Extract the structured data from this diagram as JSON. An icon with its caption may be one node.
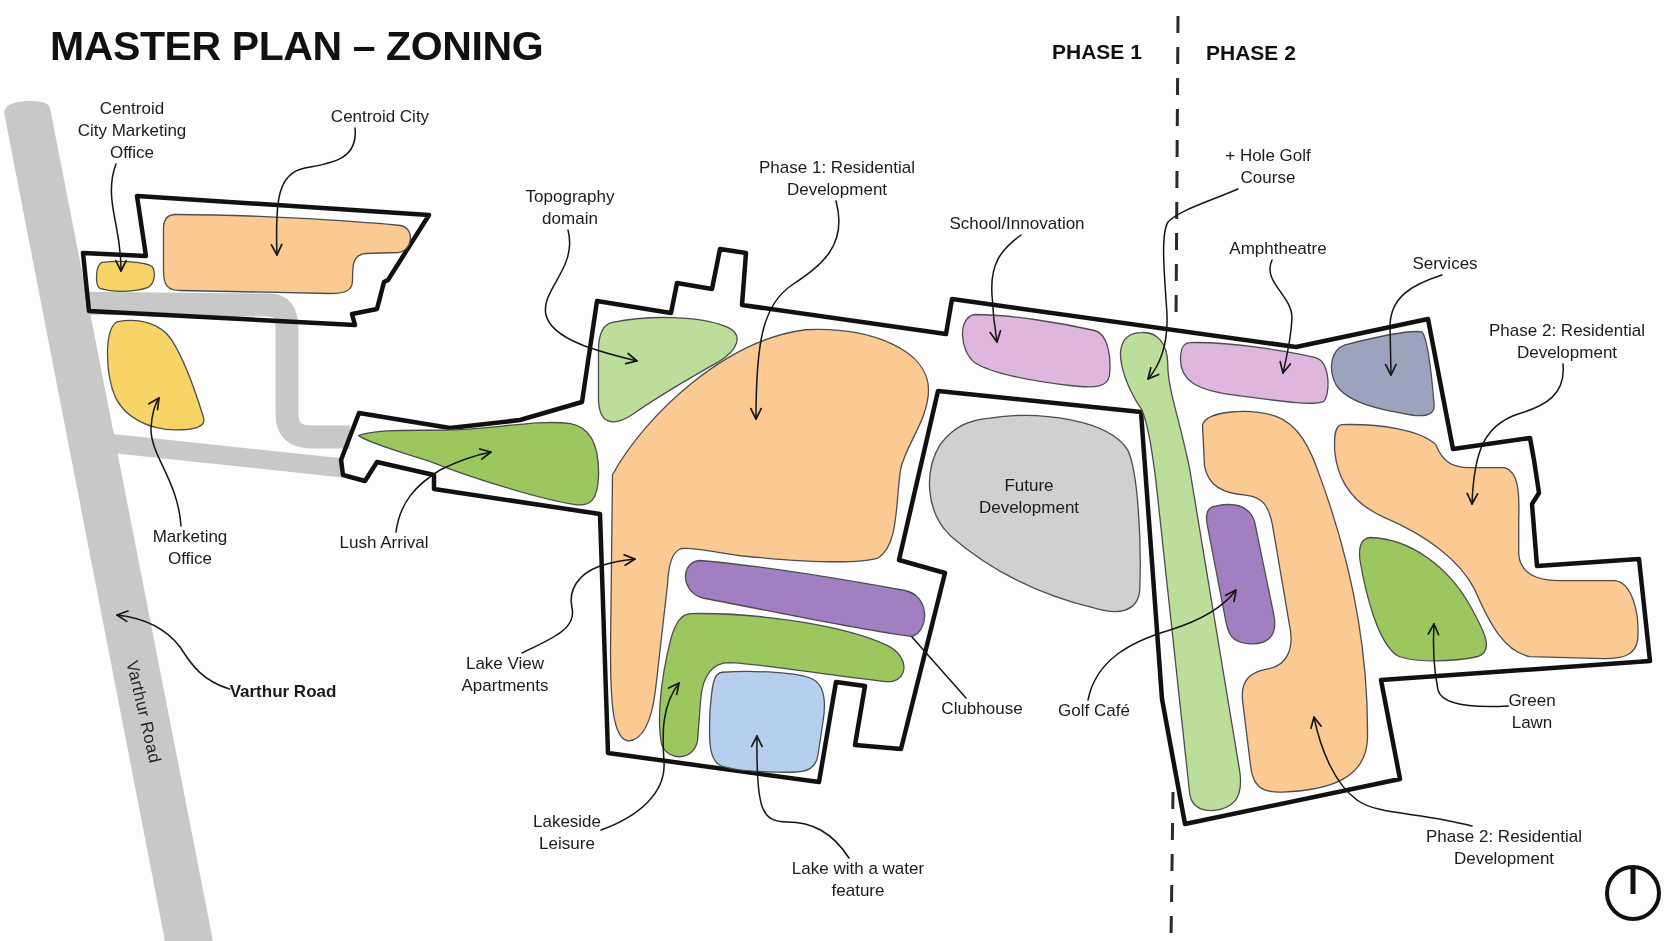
{
  "diagram": {
    "title": "MASTER PLAN – ZONING",
    "nodes": [
      {
        "text": [
          "Varthur Road"
        ]
      },
      {
        "text": [
          "Centroid City Marketing Office"
        ]
      },
      {
        "text": [
          "Centroid City"
        ]
      },
      {
        "text": [
          "+ Hole Golf Course"
        ]
      },
      {
        "text": [
          "Phase 1: Residential Development"
        ]
      },
      {
        "text": [
          "Topography domain"
        ]
      },
      {
        "text": [
          "School/Innovation"
        ]
      },
      {
        "text": [
          "Amphtheatre"
        ]
      },
      {
        "text": [
          "Services"
        ]
      },
      {
        "text": [
          "Phase 2: Residential Development"
        ]
      },
      {
        "text": [
          "Future Development"
        ]
      },
      {
        "text": [
          "Marketing Office"
        ]
      },
      {
        "text": [
          "Lush Arrival"
        ]
      },
      {
        "text": [
          "Lake View Apartments"
        ]
      },
      {
        "text": [
          "Varthur Road"
        ]
      },
      {
        "text": [
          "Green Lawn"
        ]
      },
      {
        "text": [
          "Clubhouse"
        ]
      },
      {
        "text": [
          "Golf Café"
        ]
      },
      {
        "text": [
          "Lakeside Leisure"
        ]
      },
      {
        "text": [
          "Phase 2: Residential Development"
        ]
      },
      {
        "text": [
          "Lake with a water feature"
        ]
      },
      {
        "text": [],
        "shape": "polygon"
      },
      {
        "text": [],
        "shape": "blob",
        "in": 21
      },
      {
        "text": [],
        "shape": "blob",
        "in": 21
      },
      {
        "text": [],
        "shape": "blob"
      },
      {
        "text": [],
        "shape": "polygon"
      },
      {
        "text": [],
        "shape": "blob",
        "in": 25
      },
      {
        "text": [],
        "shape": "blob",
        "in": 25
      },
      {
        "text": [],
        "shape": "blob",
        "in": 25
      },
      {
        "text": [],
        "shape": "blob",
        "in": 25
      },
      {
        "text": [],
        "shape": "blob",
        "in": 25
      },
      {
        "text": [],
        "shape": "blob",
        "in": 25
      },
      {
        "text": [],
        "shape": "blob",
        "in": 25
      },
      {
        "text": [],
        "shape": "blob",
        "in": 25
      },
      {
        "text": [],
        "shape": "blob",
        "in": 25
      },
      {
        "text": [],
        "shape": "blob",
        "in": 25
      },
      {
        "text": [],
        "shape": "blob",
        "in": 25
      },
      {
        "text": [],
        "shape": "blob",
        "in": 25
      },
      {
        "text": [],
        "shape": "blob",
        "in": 25
      },
      {
        "text": [],
        "shape": "blob",
        "in": 25
      }
    ],
    "edges": [
      {
        "from": 1,
        "to": 23,
        "arrow": "to"
      },
      {
        "from": 2,
        "to": 22,
        "arrow": "to"
      },
      {
        "from": 3,
        "to": 30,
        "arrow": "to"
      },
      {
        "from": 4,
        "to": 28,
        "arrow": "to"
      },
      {
        "from": 5,
        "to": 27,
        "arrow": "to"
      },
      {
        "from": 6,
        "to": 26,
        "arrow": "to"
      },
      {
        "from": 7,
        "to": 31,
        "arrow": "to"
      },
      {
        "from": 8,
        "to": 29,
        "arrow": "to"
      },
      {
        "from": 9,
        "to": 33,
        "arrow": "to"
      },
      {
        "from": 11,
        "to": 24,
        "arrow": "to"
      },
      {
        "from": 12,
        "to": 34,
        "arrow": "to"
      },
      {
        "from": 13,
        "to": 28,
        "arrow": "to"
      },
      {
        "from": 14,
        "to": 0,
        "arrow": "to"
      },
      {
        "from": 15,
        "to": 36,
        "arrow": "to"
      },
      {
        "from": 16,
        "to": 37,
        "arrow": "none"
      },
      {
        "from": 17,
        "to": 35,
        "arrow": "to"
      },
      {
        "from": 18,
        "to": 38,
        "arrow": "to"
      },
      {
        "from": 19,
        "to": 32,
        "arrow": "to"
      },
      {
        "from": 20,
        "to": 39,
        "arrow": "to"
      }
    ],
    "labels": [
      "PHASE 1",
      "PHASE 2"
    ]
  }
}
